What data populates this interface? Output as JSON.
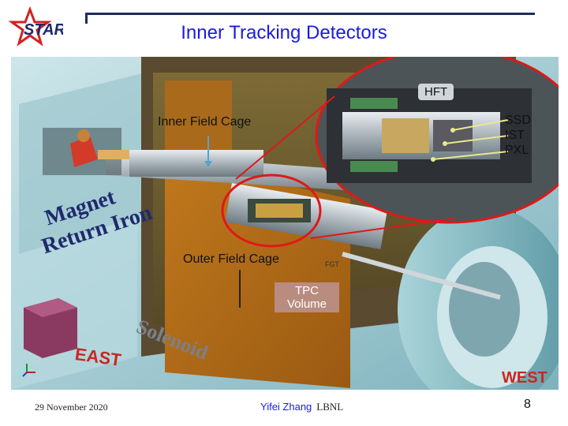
{
  "slide": {
    "title": "Inner Tracking Detectors",
    "logo_text": "STAR",
    "page_number": "8"
  },
  "labels": {
    "hft": "HFT",
    "inner_field_cage": "Inner Field Cage",
    "outer_field_cage": "Outer Field Cage",
    "ftpc": "FGT",
    "tpc_volume_line1": "TPC",
    "tpc_volume_line2": "Volume",
    "magnet_line1": "Magnet",
    "magnet_line2": "Return Iron",
    "solenoid": "Solenoid",
    "east": "EAST",
    "west": "WEST",
    "detectors": [
      "SSD",
      "IST",
      "PXL"
    ]
  },
  "footer": {
    "date": "29 November 2020",
    "author": "Yifei Zhang",
    "organization": "LBNL"
  },
  "colors": {
    "title": "#1a1ae6",
    "callout": "#e01818",
    "east_west": "#c8281e",
    "magnet_text": "#1e2a6c"
  }
}
